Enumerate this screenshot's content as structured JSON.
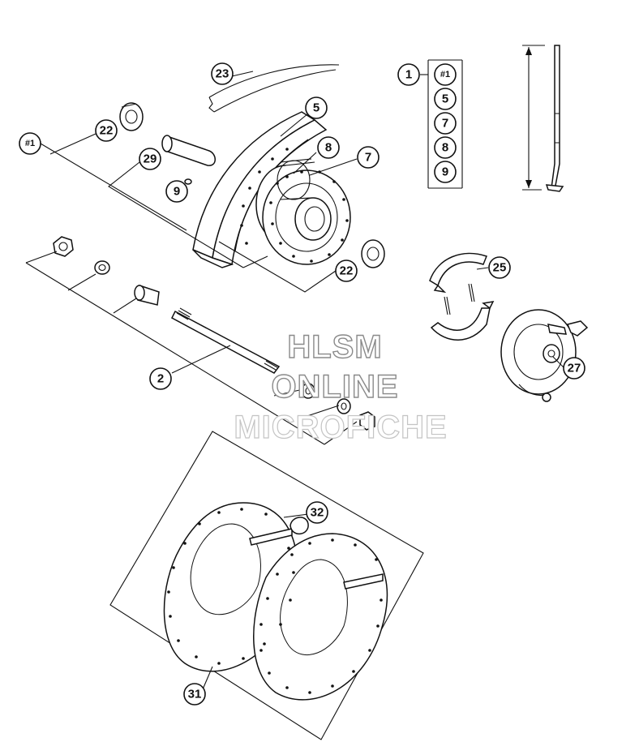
{
  "diagram": {
    "callouts": {
      "c23": "23",
      "c5": "5",
      "c8": "8",
      "c7": "7",
      "c22a": "22",
      "c29": "29",
      "chash1": "#1",
      "c9": "9",
      "c22b": "22",
      "c25": "25",
      "c27": "27",
      "c2": "2",
      "c32": "32",
      "c31": "31"
    },
    "kit": {
      "main": "1",
      "items": [
        "#1",
        "5",
        "7",
        "8",
        "9"
      ]
    },
    "watermark": {
      "line1": "HLSM",
      "line2": "ONLINE",
      "line3": "MICROFICHE"
    }
  }
}
